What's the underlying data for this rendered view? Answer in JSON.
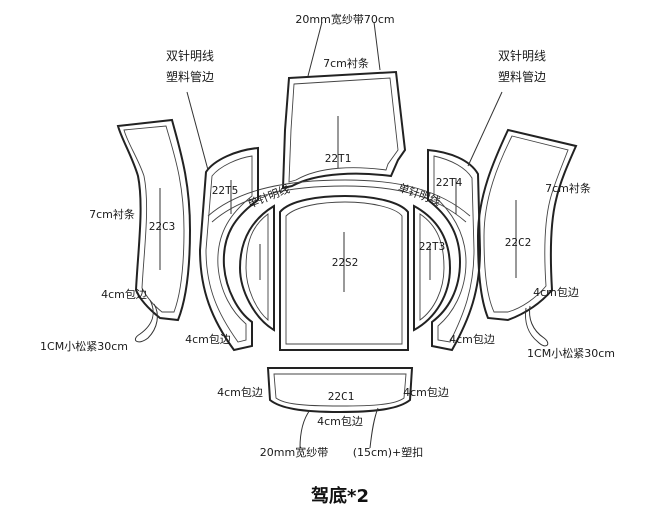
{
  "title": "驾底*2",
  "colors": {
    "line": "#222222",
    "text": "#1a1a1a",
    "background": "#ffffff"
  },
  "pieces": {
    "t1": "22T1",
    "t5": "22T5",
    "t4": "22T4",
    "t3": "22T3",
    "s2": "22S2",
    "c3": "22C3",
    "c2": "22C2",
    "c1": "22C1"
  },
  "notes": {
    "top_tape": "20mm宽纱带70cm",
    "top_lining": "7cm衬条",
    "left_stitch_1": "双针明线",
    "left_stitch_2": "塑料管边",
    "right_stitch_1": "双针明线",
    "right_stitch_2": "塑料管边",
    "left_single_needle": "单针明线",
    "right_single_needle": "单针明线",
    "left_lining": "7cm衬条",
    "right_lining": "7cm衬条",
    "left_binding": "4cm包边",
    "right_binding": "4cm包边",
    "left_elastic": "1CM小松紧30cm",
    "right_elastic": "1CM小松紧30cm",
    "t5_binding": "4cm包边",
    "t3_binding": "4cm包边",
    "c1_left_binding": "4cm包边",
    "c1_right_binding": "4cm包边",
    "c1_bottom_binding": "4cm包边",
    "bottom_tape": "20mm宽纱带",
    "bottom_buckle": "(15cm)+塑扣"
  }
}
